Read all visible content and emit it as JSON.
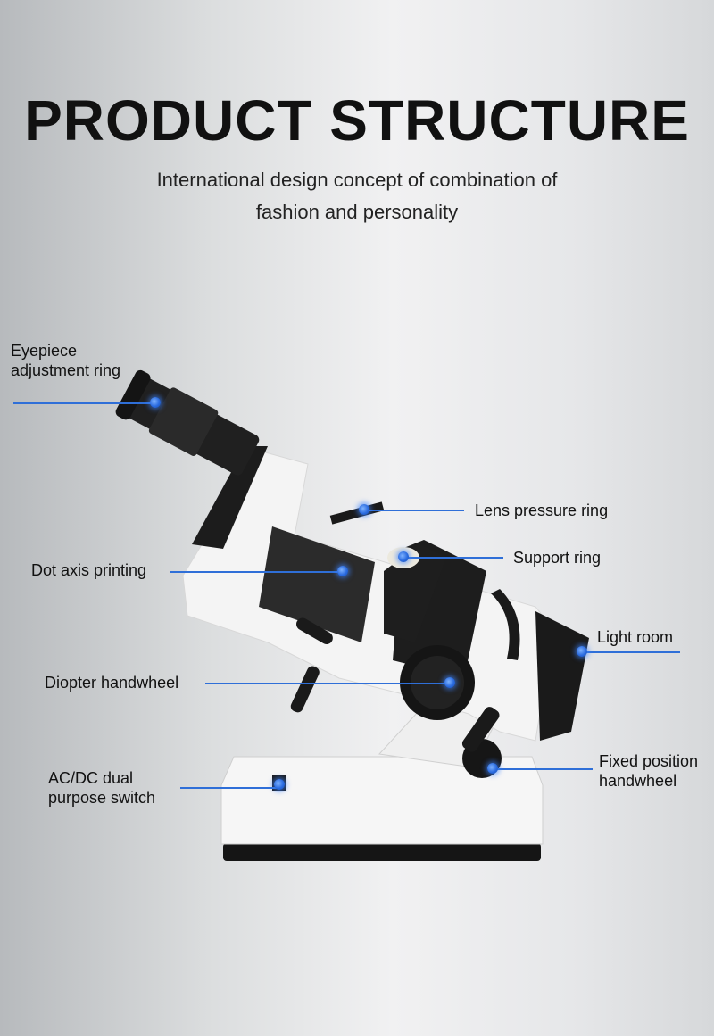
{
  "header": {
    "title": "PRODUCT STRUCTURE",
    "subtitle_line1": "International design concept of combination of",
    "subtitle_line2": "fashion and personality"
  },
  "callouts": {
    "eyepiece_line1": "Eyepiece",
    "eyepiece_line2": "adjustment ring",
    "lens_pressure": "Lens pressure ring",
    "support_ring": "Support ring",
    "dot_axis": "Dot axis printing",
    "light_room": "Light room",
    "diopter": "Diopter handwheel",
    "fixed_line1": "Fixed position",
    "fixed_line2": "handwheel",
    "acdc_line1": "AC/DC dual",
    "acdc_line2": "purpose switch"
  },
  "colors": {
    "accent": "#2f6fd8",
    "body_white": "#f4f4f4",
    "body_black": "#1a1a1a"
  }
}
